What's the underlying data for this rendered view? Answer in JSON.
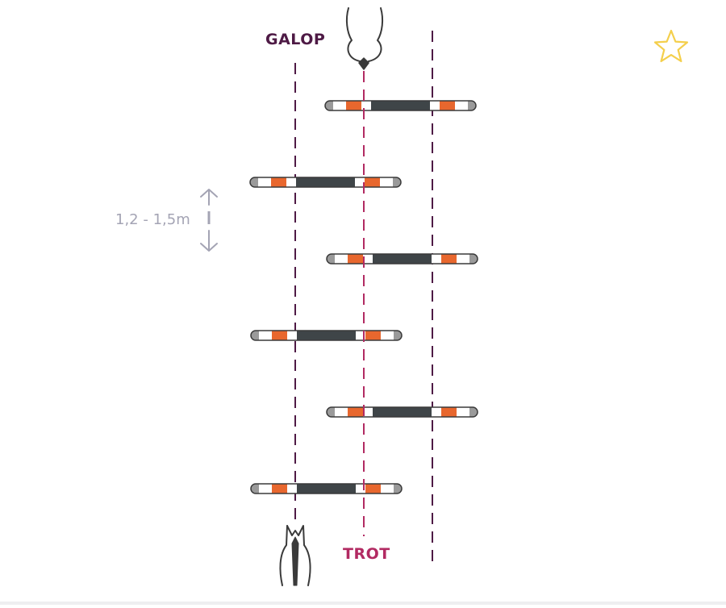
{
  "labels": {
    "galop": "GALOP",
    "trot": "TROT",
    "distance": "1,2 - 1,5m"
  },
  "icons": {
    "favorite": "star-icon",
    "horse_top": "horse-head-icon",
    "horse_bottom": "horse-rear-icon",
    "distance_arrows": "double-arrow-icon"
  },
  "colors": {
    "galop": "#4e1a45",
    "trot": "#b22a62",
    "pole_dark": "#3f4548",
    "pole_orange": "#e8672e",
    "pole_grey": "#9a9a9a",
    "outline": "#3a3a3a",
    "muted": "#a4a4b4",
    "star": "#f4cf4c"
  }
}
